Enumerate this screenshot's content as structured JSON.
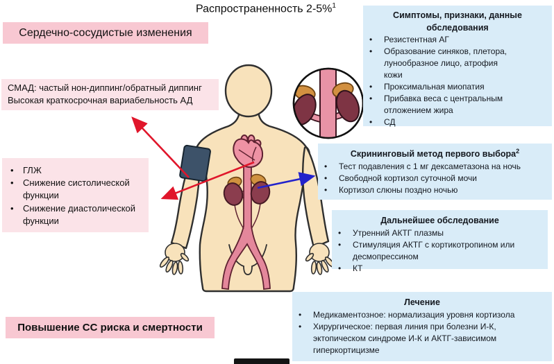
{
  "title": {
    "text": "Распространенность 2-5%",
    "sup": "1"
  },
  "left": {
    "header": "Сердечно-сосудистые изменения",
    "smad_lines": [
      "СМАД: частый нон-диппинг/обратный диппинг",
      "Высокая краткосрочная вариабельность АД"
    ],
    "cardiac_bullets": [
      "ГЛЖ",
      "Снижение систолической функции",
      "Снижение диастолической функции"
    ],
    "footer": "Повышение СС риска и смертности"
  },
  "right_boxes": [
    {
      "title": "Симптомы, признаки, данные обследования",
      "sup": "",
      "bullets": [
        "Резистентная АГ",
        "Образование синяков, плетора, лунообразное лицо, атрофия кожи",
        "Проксимальная миопатия",
        "Прибавка веса с центральным отложением жира",
        "СД"
      ]
    },
    {
      "title": "Скрининговый метод первого выбора",
      "sup": "2",
      "bullets": [
        "Тест подавления с 1 мг дексаметазона на ночь",
        "Свободной кортизол суточной мочи",
        "Кортизол слюны поздно ночью"
      ]
    },
    {
      "title": "Дальнейшее обследование",
      "sup": "",
      "bullets": [
        "Утренний АКТГ плазмы",
        "Стимуляция АКТГ с кортикотропином или десмопрессином",
        "КТ"
      ]
    },
    {
      "title": "Лечение",
      "sup": "",
      "bullets": [
        "Медикаментозное: нормализация уровня кортизола",
        "Хирургическое: первая линия при болезни И-К, эктопическом синдроме И-К и АКТГ-зависимом гиперкортицизме"
      ]
    }
  ],
  "illustration": {
    "parts": [
      "human-body",
      "blood-pressure-cuff",
      "heart",
      "aorta",
      "kidneys",
      "adrenal-glands",
      "kidneys-adrenals-inset-circle"
    ],
    "arrows": [
      {
        "name": "cuff-to-smad-box",
        "color": "#e0162b"
      },
      {
        "name": "heart-to-cardiac-box",
        "color": "#e0162b"
      },
      {
        "name": "kidney-to-screening-box",
        "color": "#2222cc"
      }
    ]
  },
  "colors": {
    "pink_strong": "#f8c8d2",
    "pink_light": "#fbe3e8",
    "blue_box": "#d9ecf8",
    "arrow_red": "#e0162b",
    "arrow_blue": "#2222cc",
    "skin": "#f8e2bb",
    "kidney": "#8b3d4e",
    "adrenal": "#d0913f",
    "vessel": "#e4879b",
    "cuff": "#3d5269"
  }
}
